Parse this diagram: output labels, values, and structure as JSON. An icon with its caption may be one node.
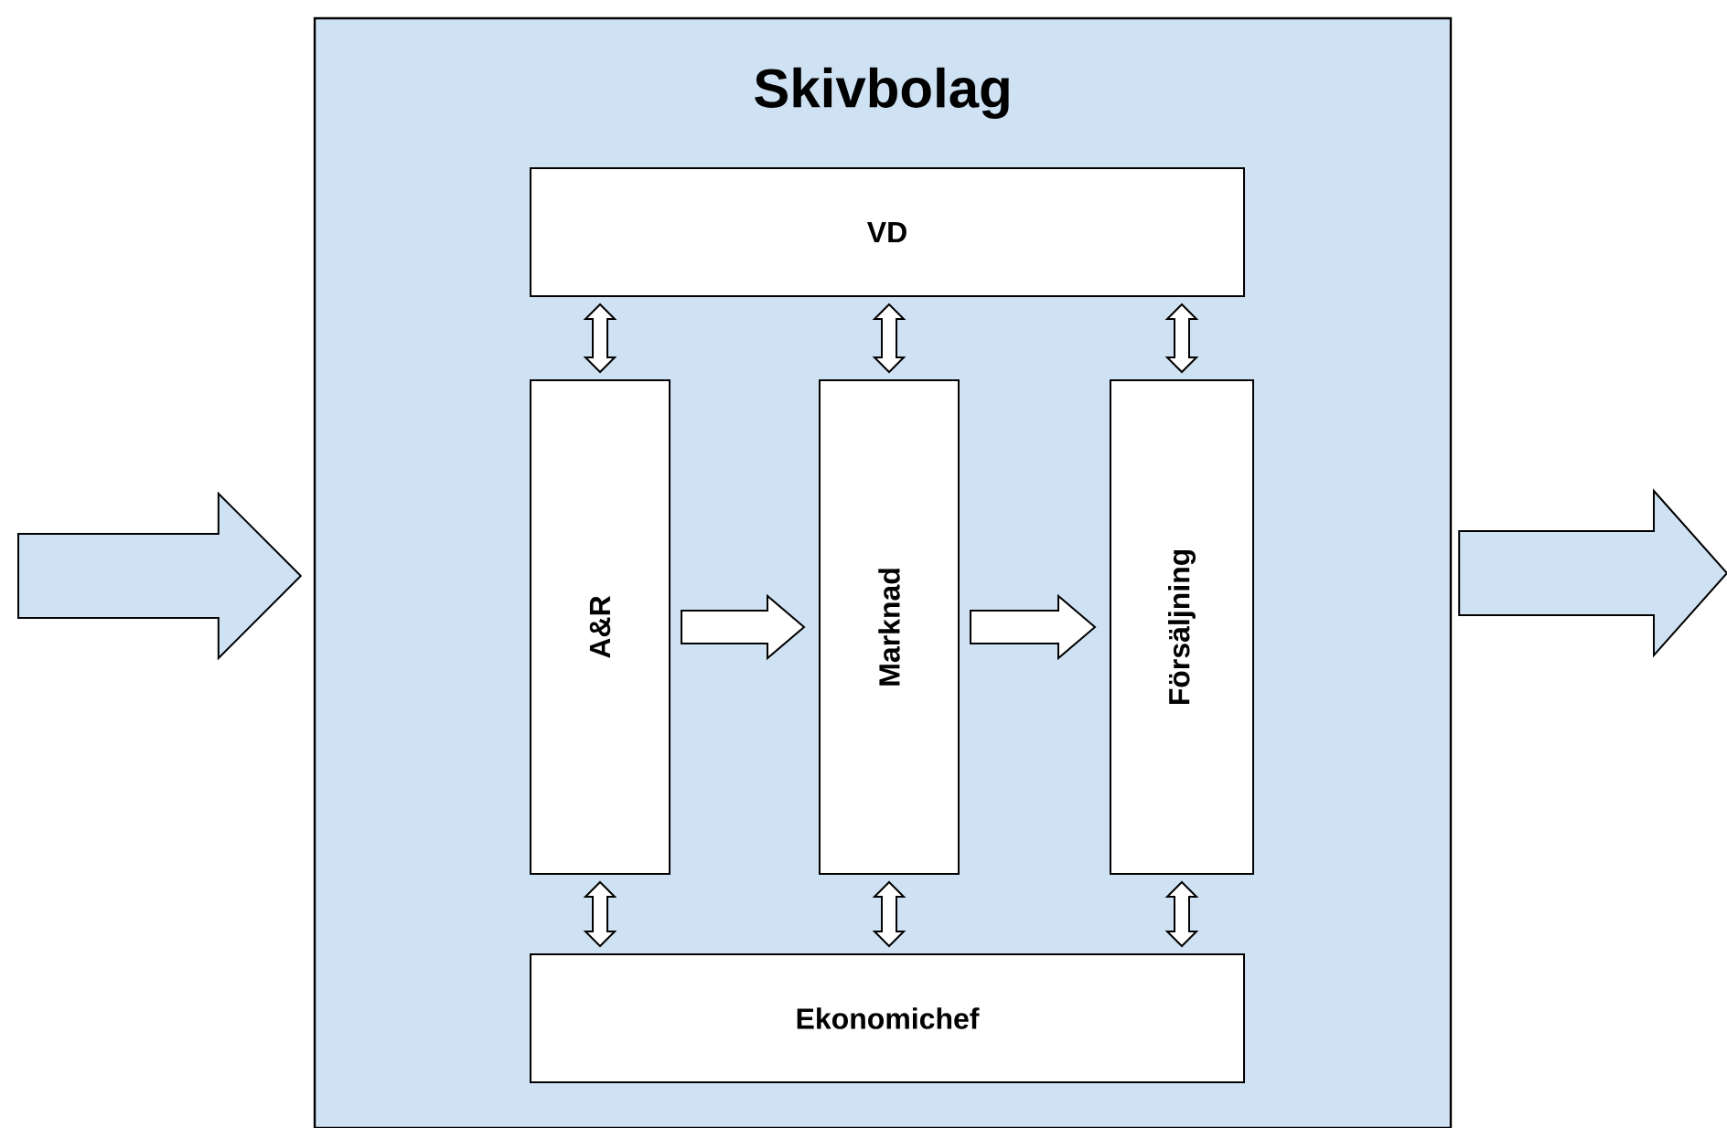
{
  "diagram": {
    "nodes": [
      {
        "text": [
          "Skivbolag"
        ]
      },
      {
        "text": [
          "VD"
        ],
        "in": 0
      },
      {
        "text": [
          "A&R"
        ],
        "in": 0
      },
      {
        "text": [
          "Marknad"
        ],
        "in": 0
      },
      {
        "text": [
          "Försäljning"
        ],
        "in": 0
      },
      {
        "text": [
          "Ekonomichef"
        ],
        "in": 0
      }
    ],
    "edges": [
      {
        "from": null,
        "to": 0,
        "arrow": "to"
      },
      {
        "from": 1,
        "to": 2,
        "arrow": "both"
      },
      {
        "from": 1,
        "to": 3,
        "arrow": "both"
      },
      {
        "from": 1,
        "to": 4,
        "arrow": "both"
      },
      {
        "from": 2,
        "to": 3,
        "arrow": "to"
      },
      {
        "from": 3,
        "to": 4,
        "arrow": "to"
      },
      {
        "from": 2,
        "to": 5,
        "arrow": "both"
      },
      {
        "from": 3,
        "to": 5,
        "arrow": "both"
      },
      {
        "from": 4,
        "to": 5,
        "arrow": "both"
      },
      {
        "from": 0,
        "to": null,
        "arrow": "to"
      }
    ]
  }
}
